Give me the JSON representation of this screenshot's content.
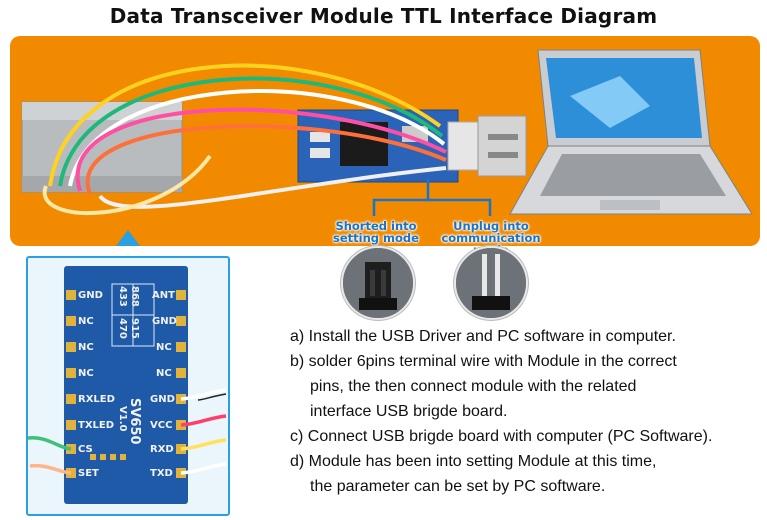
{
  "title": "Data Transceiver Module TTL Interface Diagram",
  "callouts": {
    "shorted": [
      "Shorted into",
      "setting mode"
    ],
    "unplug": [
      "Unplug into",
      "communication mode"
    ]
  },
  "module": {
    "left_pins": [
      "GND",
      "NC",
      "NC",
      "NC",
      "RXLED",
      "TXLED",
      "CS",
      "SET"
    ],
    "right_pins": [
      "ANT",
      "GND",
      "NC",
      "NC",
      "GND",
      "VCC",
      "RXD",
      "TXD"
    ],
    "model": "SV650",
    "version": "V1.0",
    "freq_table": [
      "433",
      "868",
      "470",
      "915"
    ]
  },
  "instructions": [
    "a) Install the USB Driver and PC software in computer.",
    "b) solder 6pins terminal wire with Module in the correct",
    "pins, the then connect module with the related",
    "interface USB brigde board.",
    "c) Connect USB brigde board with computer (PC Software).",
    "d) Module has been into setting Module at this time,",
    "the parameter can be set by PC software."
  ],
  "colors": {
    "accent_orange": "#f28a00",
    "pcb_blue": "#1f5aa8",
    "callout_blue": "#1a75c9"
  }
}
